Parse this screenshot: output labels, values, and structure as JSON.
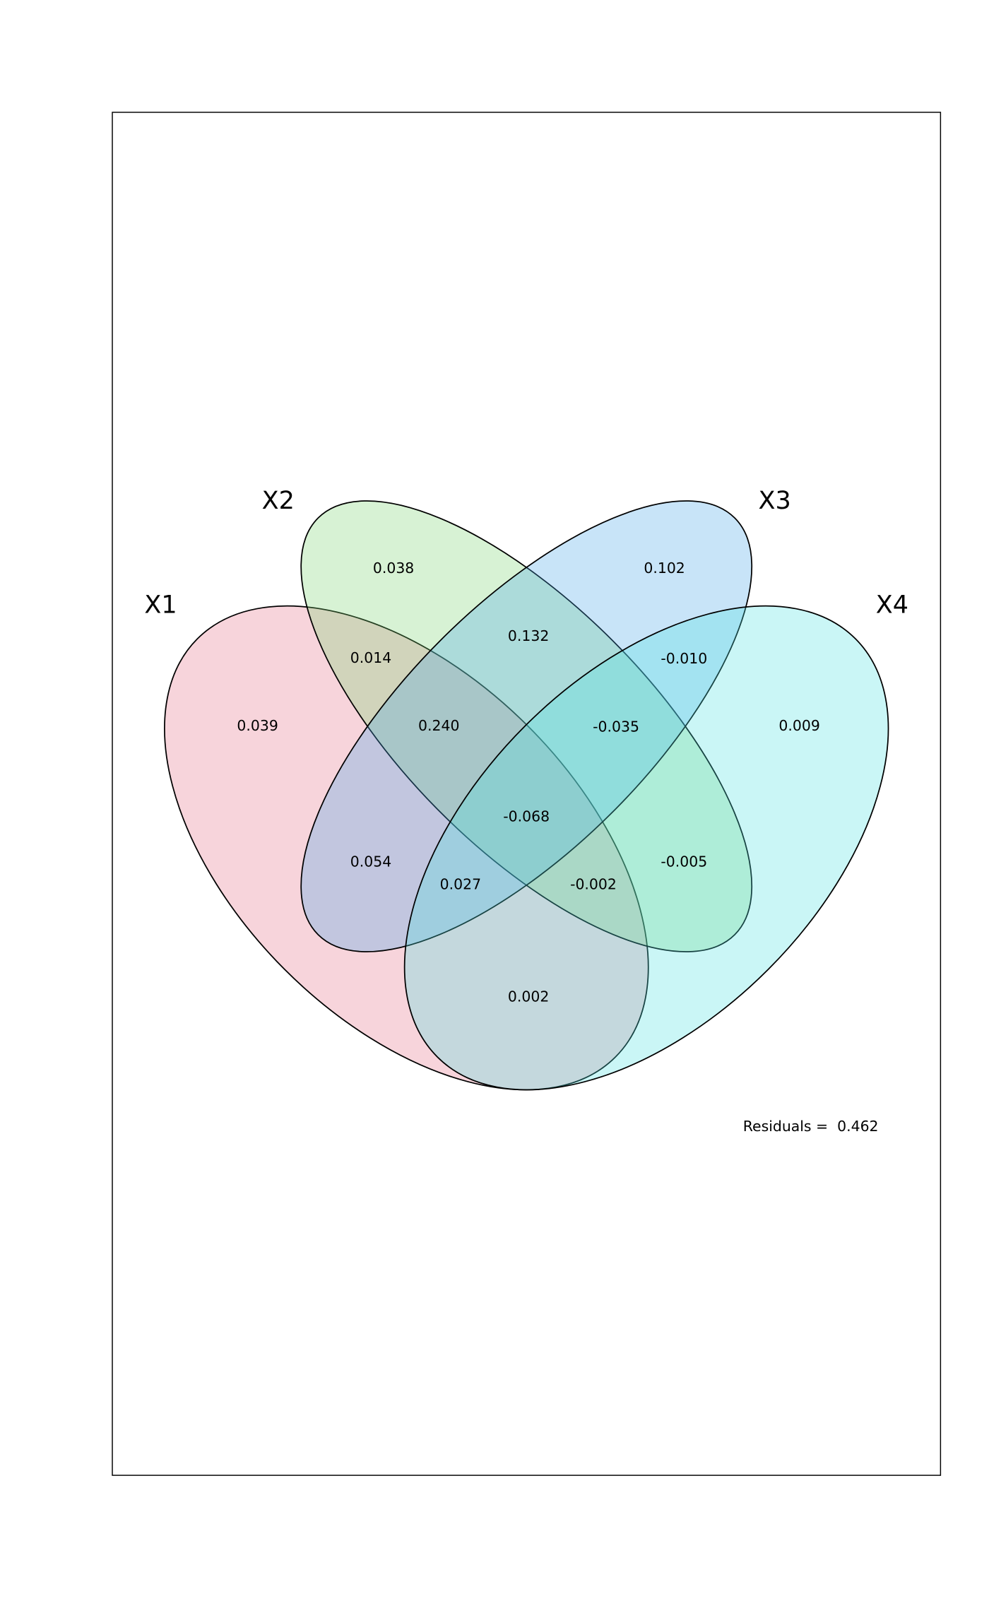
{
  "chart_data": {
    "type": "venn",
    "title": "",
    "sets": [
      {
        "name": "X1",
        "color": "#e47087"
      },
      {
        "name": "X2",
        "color": "#7ad470"
      },
      {
        "name": "X3",
        "color": "#48a5e8"
      },
      {
        "name": "X4",
        "color": "#4ee1e1"
      }
    ],
    "regions": [
      {
        "sets": [
          "X2"
        ],
        "value": "0.038"
      },
      {
        "sets": [
          "X3"
        ],
        "value": "0.102"
      },
      {
        "sets": [
          "X2",
          "X3"
        ],
        "value": "0.132"
      },
      {
        "sets": [
          "X1",
          "X2"
        ],
        "value": "0.014"
      },
      {
        "sets": [
          "X3",
          "X4"
        ],
        "value": "-0.010"
      },
      {
        "sets": [
          "X1"
        ],
        "value": "0.039"
      },
      {
        "sets": [
          "X1",
          "X2",
          "X3"
        ],
        "value": "0.240"
      },
      {
        "sets": [
          "X2",
          "X3",
          "X4"
        ],
        "value": "-0.035"
      },
      {
        "sets": [
          "X4"
        ],
        "value": "0.009"
      },
      {
        "sets": [
          "X1",
          "X2",
          "X3",
          "X4"
        ],
        "value": "-0.068"
      },
      {
        "sets": [
          "X1",
          "X3"
        ],
        "value": "0.054"
      },
      {
        "sets": [
          "X2",
          "X4"
        ],
        "value": "-0.005"
      },
      {
        "sets": [
          "X1",
          "X3",
          "X4"
        ],
        "value": "0.027"
      },
      {
        "sets": [
          "X1",
          "X2",
          "X4"
        ],
        "value": "-0.002"
      },
      {
        "sets": [
          "X1",
          "X4"
        ],
        "value": "0.002"
      }
    ],
    "residuals_label": "Residuals =  0.462",
    "residuals": 0.462
  }
}
